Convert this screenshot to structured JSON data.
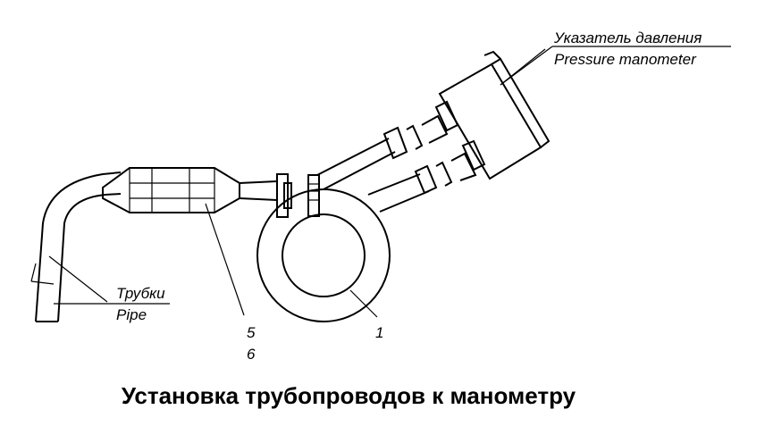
{
  "labels": {
    "pressure_ru": "Указатель давления",
    "pressure_en": "Pressure manometer",
    "pipes_ru": "Трубки",
    "pipes_en": "Pipe",
    "part_1": "1",
    "part_5": "5",
    "part_6": "6"
  },
  "caption": "Установка трубопроводов к манометру"
}
